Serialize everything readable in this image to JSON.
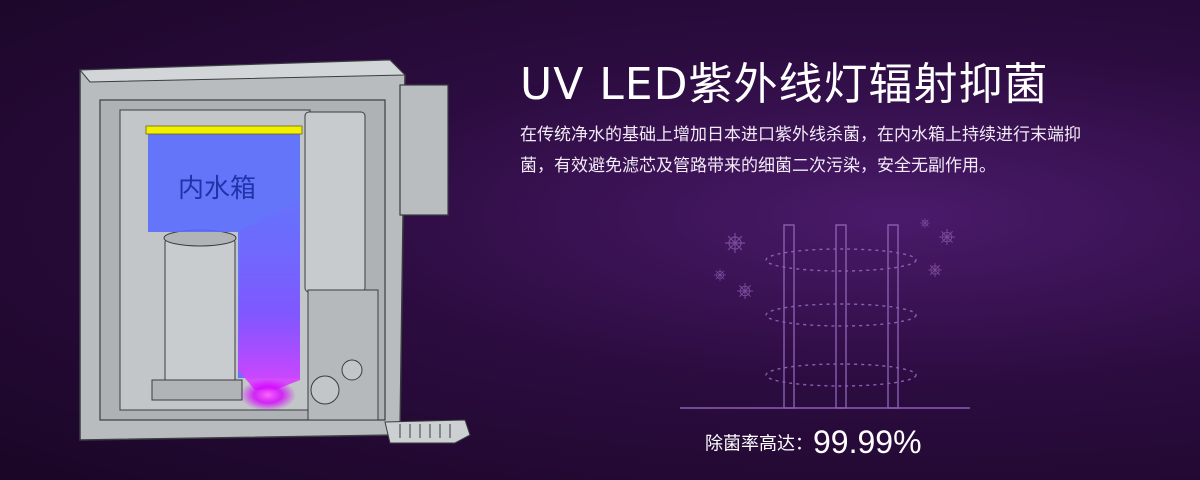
{
  "headline": "UV LED紫外线灯辐射抑菌",
  "description": "在传统净水的基础上增加日本进口紫外线杀菌，在内水箱上持续进行末端抑菌，有效避免滤芯及管路带来的细菌二次污染，安全无副作用。",
  "tank_label": "内水箱",
  "stat": {
    "label": "除菌率高达：",
    "value": "99.99%"
  },
  "colors": {
    "uv_glow": "#d200ff",
    "tank_blue": "#5a6cff",
    "lamp_yellow": "#f2f000"
  }
}
